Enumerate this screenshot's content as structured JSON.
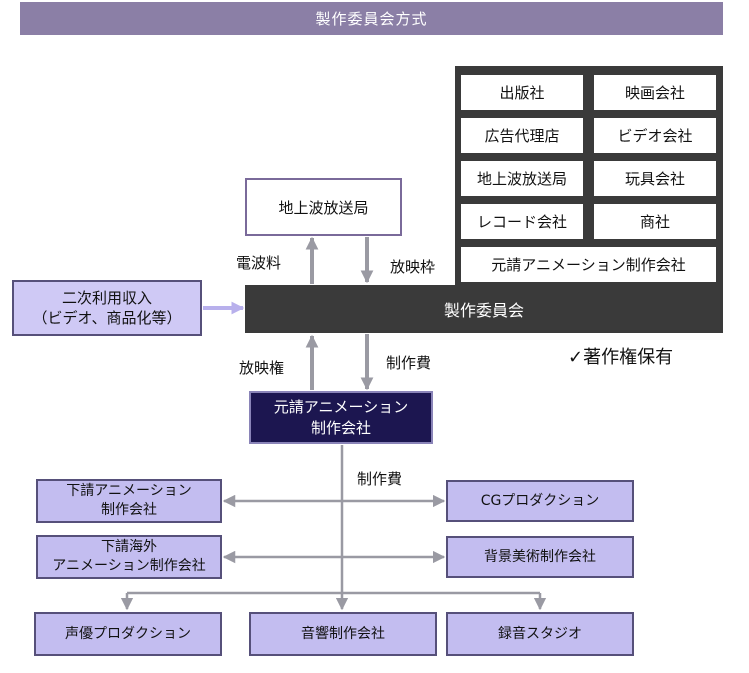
{
  "title": "製作委員会方式",
  "members": [
    "出版社",
    "映画会社",
    "広告代理店",
    "ビデオ会社",
    "地上波放送局",
    "玩具会社",
    "レコード会社",
    "商社",
    "元請アニメーション制作会社"
  ],
  "broadcaster": "地上波放送局",
  "secondary_income": "二次利用収入\n（ビデオ、商品化等）",
  "committee": "製作委員会",
  "prime_studio": "元請アニメーション\n制作会社",
  "labels": {
    "radio_fee": "電波料",
    "broadcast_slot": "放映枠",
    "broadcast_rights": "放映権",
    "production_cost_1": "制作費",
    "production_cost_2": "制作費",
    "copyright": "✓著作権保有"
  },
  "left_subs": [
    "下請アニメーション\n制作会社",
    "下請海外\nアニメーション制作会社"
  ],
  "right_subs": [
    "CGプロダクション",
    "背景美術制作会社"
  ],
  "bottom_subs": [
    "声優プロダクション",
    "音響制作会社",
    "録音スタジオ"
  ],
  "colors": {
    "title_bar": "#8b7fa6",
    "committee": "#3a3a3a",
    "prime": "#1c1650",
    "sub_fill": "#c3bdf0",
    "arrow": "#9a9aa3"
  }
}
